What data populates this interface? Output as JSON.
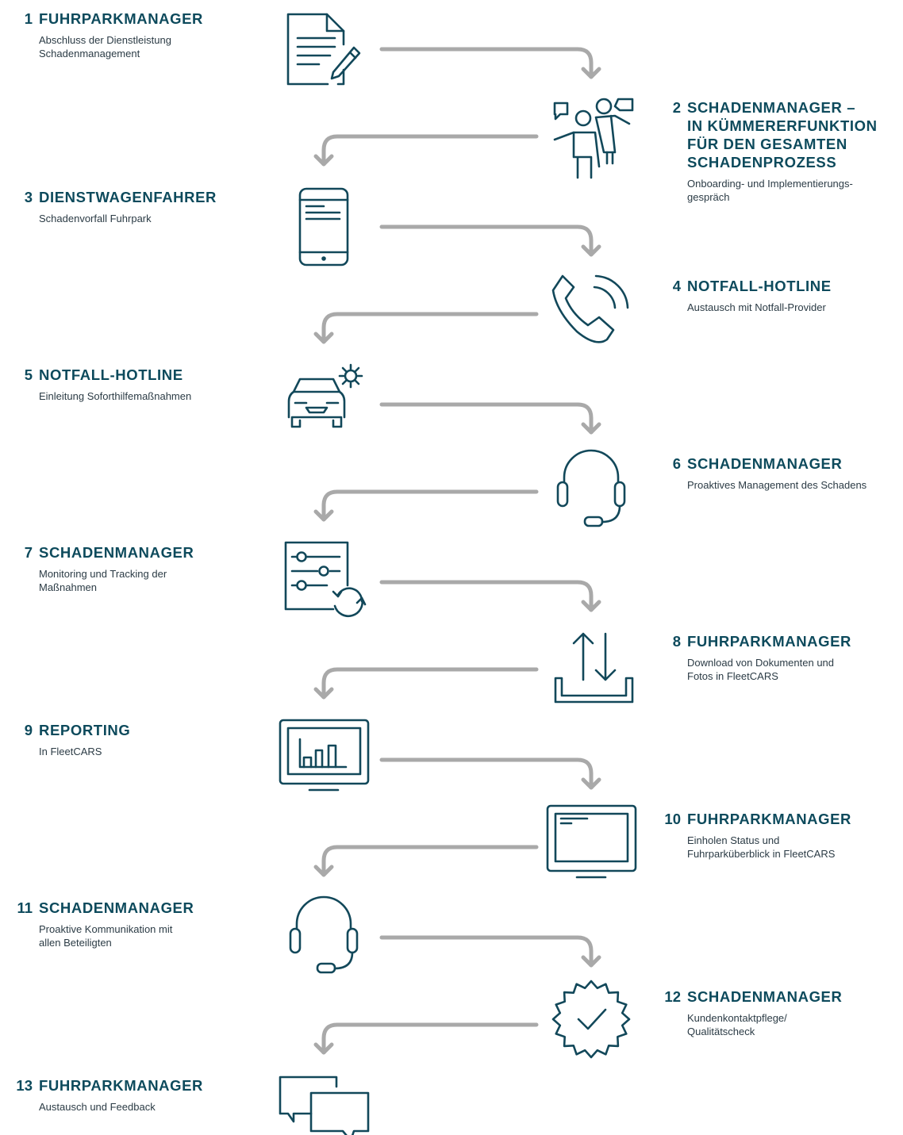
{
  "colors": {
    "accent": "#0d4a5c",
    "text": "#2b3b45",
    "arrow": "#a9a9a9",
    "icon": "#12485a"
  },
  "steps": [
    {
      "number": "1",
      "title": "FUHRPARKMANAGER",
      "description": "Abschluss der Dienstleistung\nSchadenmanagement",
      "icon": "document-pen-icon"
    },
    {
      "number": "2",
      "title": "SCHADENMANAGER –\nIN KÜMMERERFUNKTION\nFÜR DEN GESAMTEN\nSCHADENPROZESS",
      "description": "Onboarding- und Implementierungs-\ngespräch",
      "icon": "people-talking-icon"
    },
    {
      "number": "3",
      "title": "DIENSTWAGENFAHRER",
      "description": "Schadenvorfall Fuhrpark",
      "icon": "tablet-icon"
    },
    {
      "number": "4",
      "title": "NOTFALL-HOTLINE",
      "description": "Austausch mit Notfall-Provider",
      "icon": "phone-icon"
    },
    {
      "number": "5",
      "title": "NOTFALL-HOTLINE",
      "description": "Einleitung Soforthilfemaßnahmen",
      "icon": "car-gear-icon"
    },
    {
      "number": "6",
      "title": "SCHADENMANAGER",
      "description": "Proaktives Management des Schadens",
      "icon": "headset-icon"
    },
    {
      "number": "7",
      "title": "SCHADENMANAGER",
      "description": "Monitoring und Tracking der\nMaßnahmen",
      "icon": "settings-list-refresh-icon"
    },
    {
      "number": "8",
      "title": "FUHRPARKMANAGER",
      "description": "Download von Dokumenten und\nFotos in FleetCARS",
      "icon": "upload-download-icon"
    },
    {
      "number": "9",
      "title": "REPORTING",
      "description": "In FleetCARS",
      "icon": "monitor-bar-chart-icon"
    },
    {
      "number": "10",
      "title": "FUHRPARKMANAGER",
      "description": "Einholen Status und\nFuhrparküberblick in FleetCARS",
      "icon": "monitor-status-icon"
    },
    {
      "number": "11",
      "title": "SCHADENMANAGER",
      "description": "Proaktive Kommunikation mit\nallen Beteiligten",
      "icon": "headset-icon"
    },
    {
      "number": "12",
      "title": "SCHADENMANAGER",
      "description": "Kundenkontaktpflege/\nQualitätscheck",
      "icon": "quality-badge-check-icon"
    },
    {
      "number": "13",
      "title": "FUHRPARKMANAGER",
      "description": "Austausch und Feedback",
      "icon": "chat-bubbles-icon"
    }
  ]
}
